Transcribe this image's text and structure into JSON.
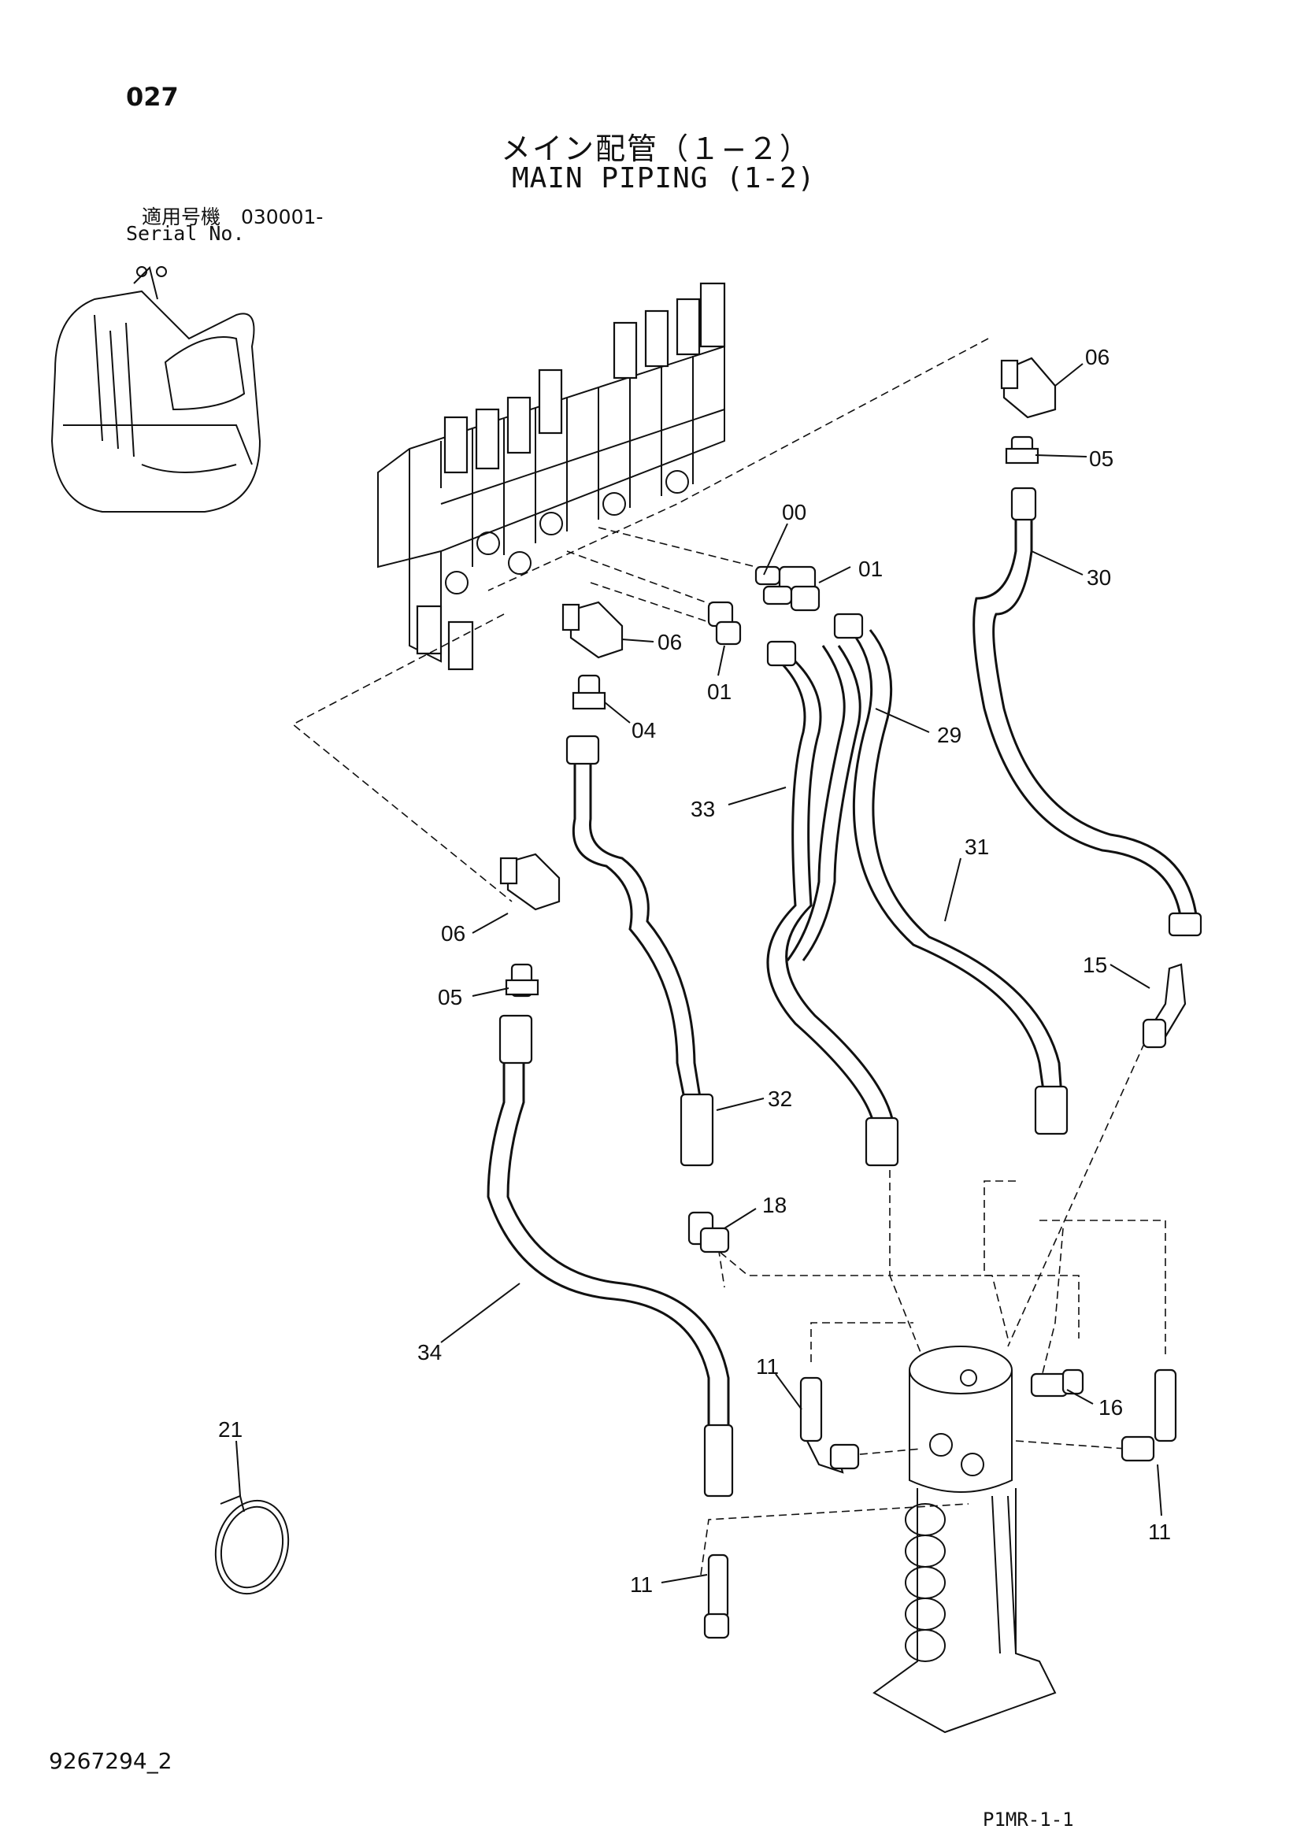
{
  "page_number": "027",
  "title_jp": "メイン配管（１−２）",
  "title_en": "MAIN PIPING (1-2)",
  "applicability_label": "適用号機",
  "serial_from": "030001-",
  "serial_label": "Serial No.",
  "document_id": "9267294_2",
  "reference_code": "P1MR-1-1",
  "part_labels": {
    "p06_top": "06",
    "p05_top": "05",
    "p00": "00",
    "p01_right": "01",
    "p30": "30",
    "p06_mid": "06",
    "p01_mid": "01",
    "p04": "04",
    "p29": "29",
    "p33": "33",
    "p31": "31",
    "p06_left": "06",
    "p05_left": "05",
    "p15": "15",
    "p32": "32",
    "p18": "18",
    "p34": "34",
    "p11_a": "11",
    "p16": "16",
    "p21": "21",
    "p11_b": "11",
    "p11_c": "11"
  }
}
